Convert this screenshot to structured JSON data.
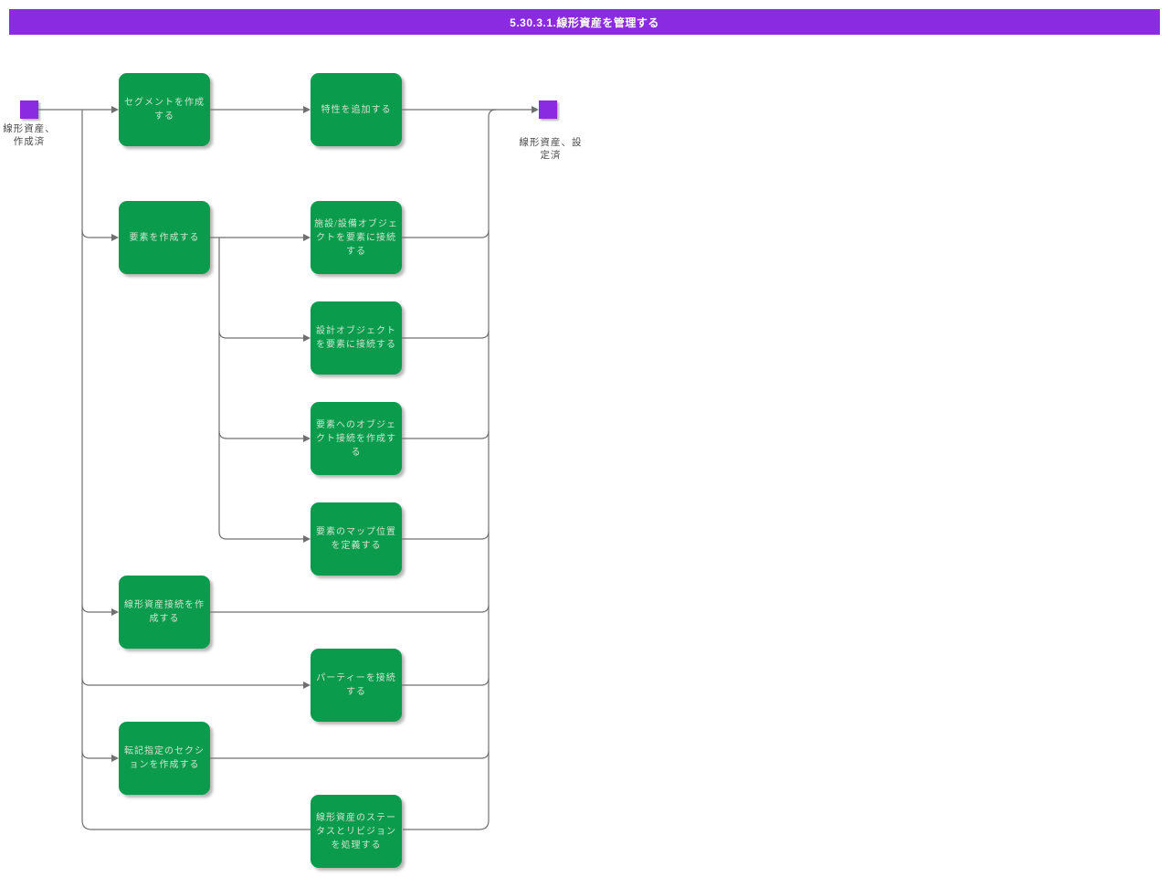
{
  "header": {
    "title": "5.30.3.1.線形資産を管理する"
  },
  "colors": {
    "header_bg": "#8a2be2",
    "event_node": "#8a2be2",
    "activity_bg": "#0a9b4d",
    "activity_text": "#cde4cd",
    "connector": "#707070",
    "label_text": "#4a4a4a"
  },
  "start_node": {
    "label": "線形資産、作成済"
  },
  "end_node": {
    "label": "線形資産、設定済"
  },
  "activities": [
    {
      "label": "セグメントを作成する"
    },
    {
      "label": "特性を追加する"
    },
    {
      "label": "要素を作成する"
    },
    {
      "label": "施設/設備オブジェクトを要素に接続する"
    },
    {
      "label": "設計オブジェクトを要素に接続する"
    },
    {
      "label": "要素へのオブジェクト接続を作成する"
    },
    {
      "label": "要素のマップ位置を定義する"
    },
    {
      "label": "線形資産接続を作成する"
    },
    {
      "label": "パーティーを接続する"
    },
    {
      "label": "転記指定のセクションを作成する"
    },
    {
      "label": "線形資産のステータスとリビジョンを処理する"
    }
  ]
}
